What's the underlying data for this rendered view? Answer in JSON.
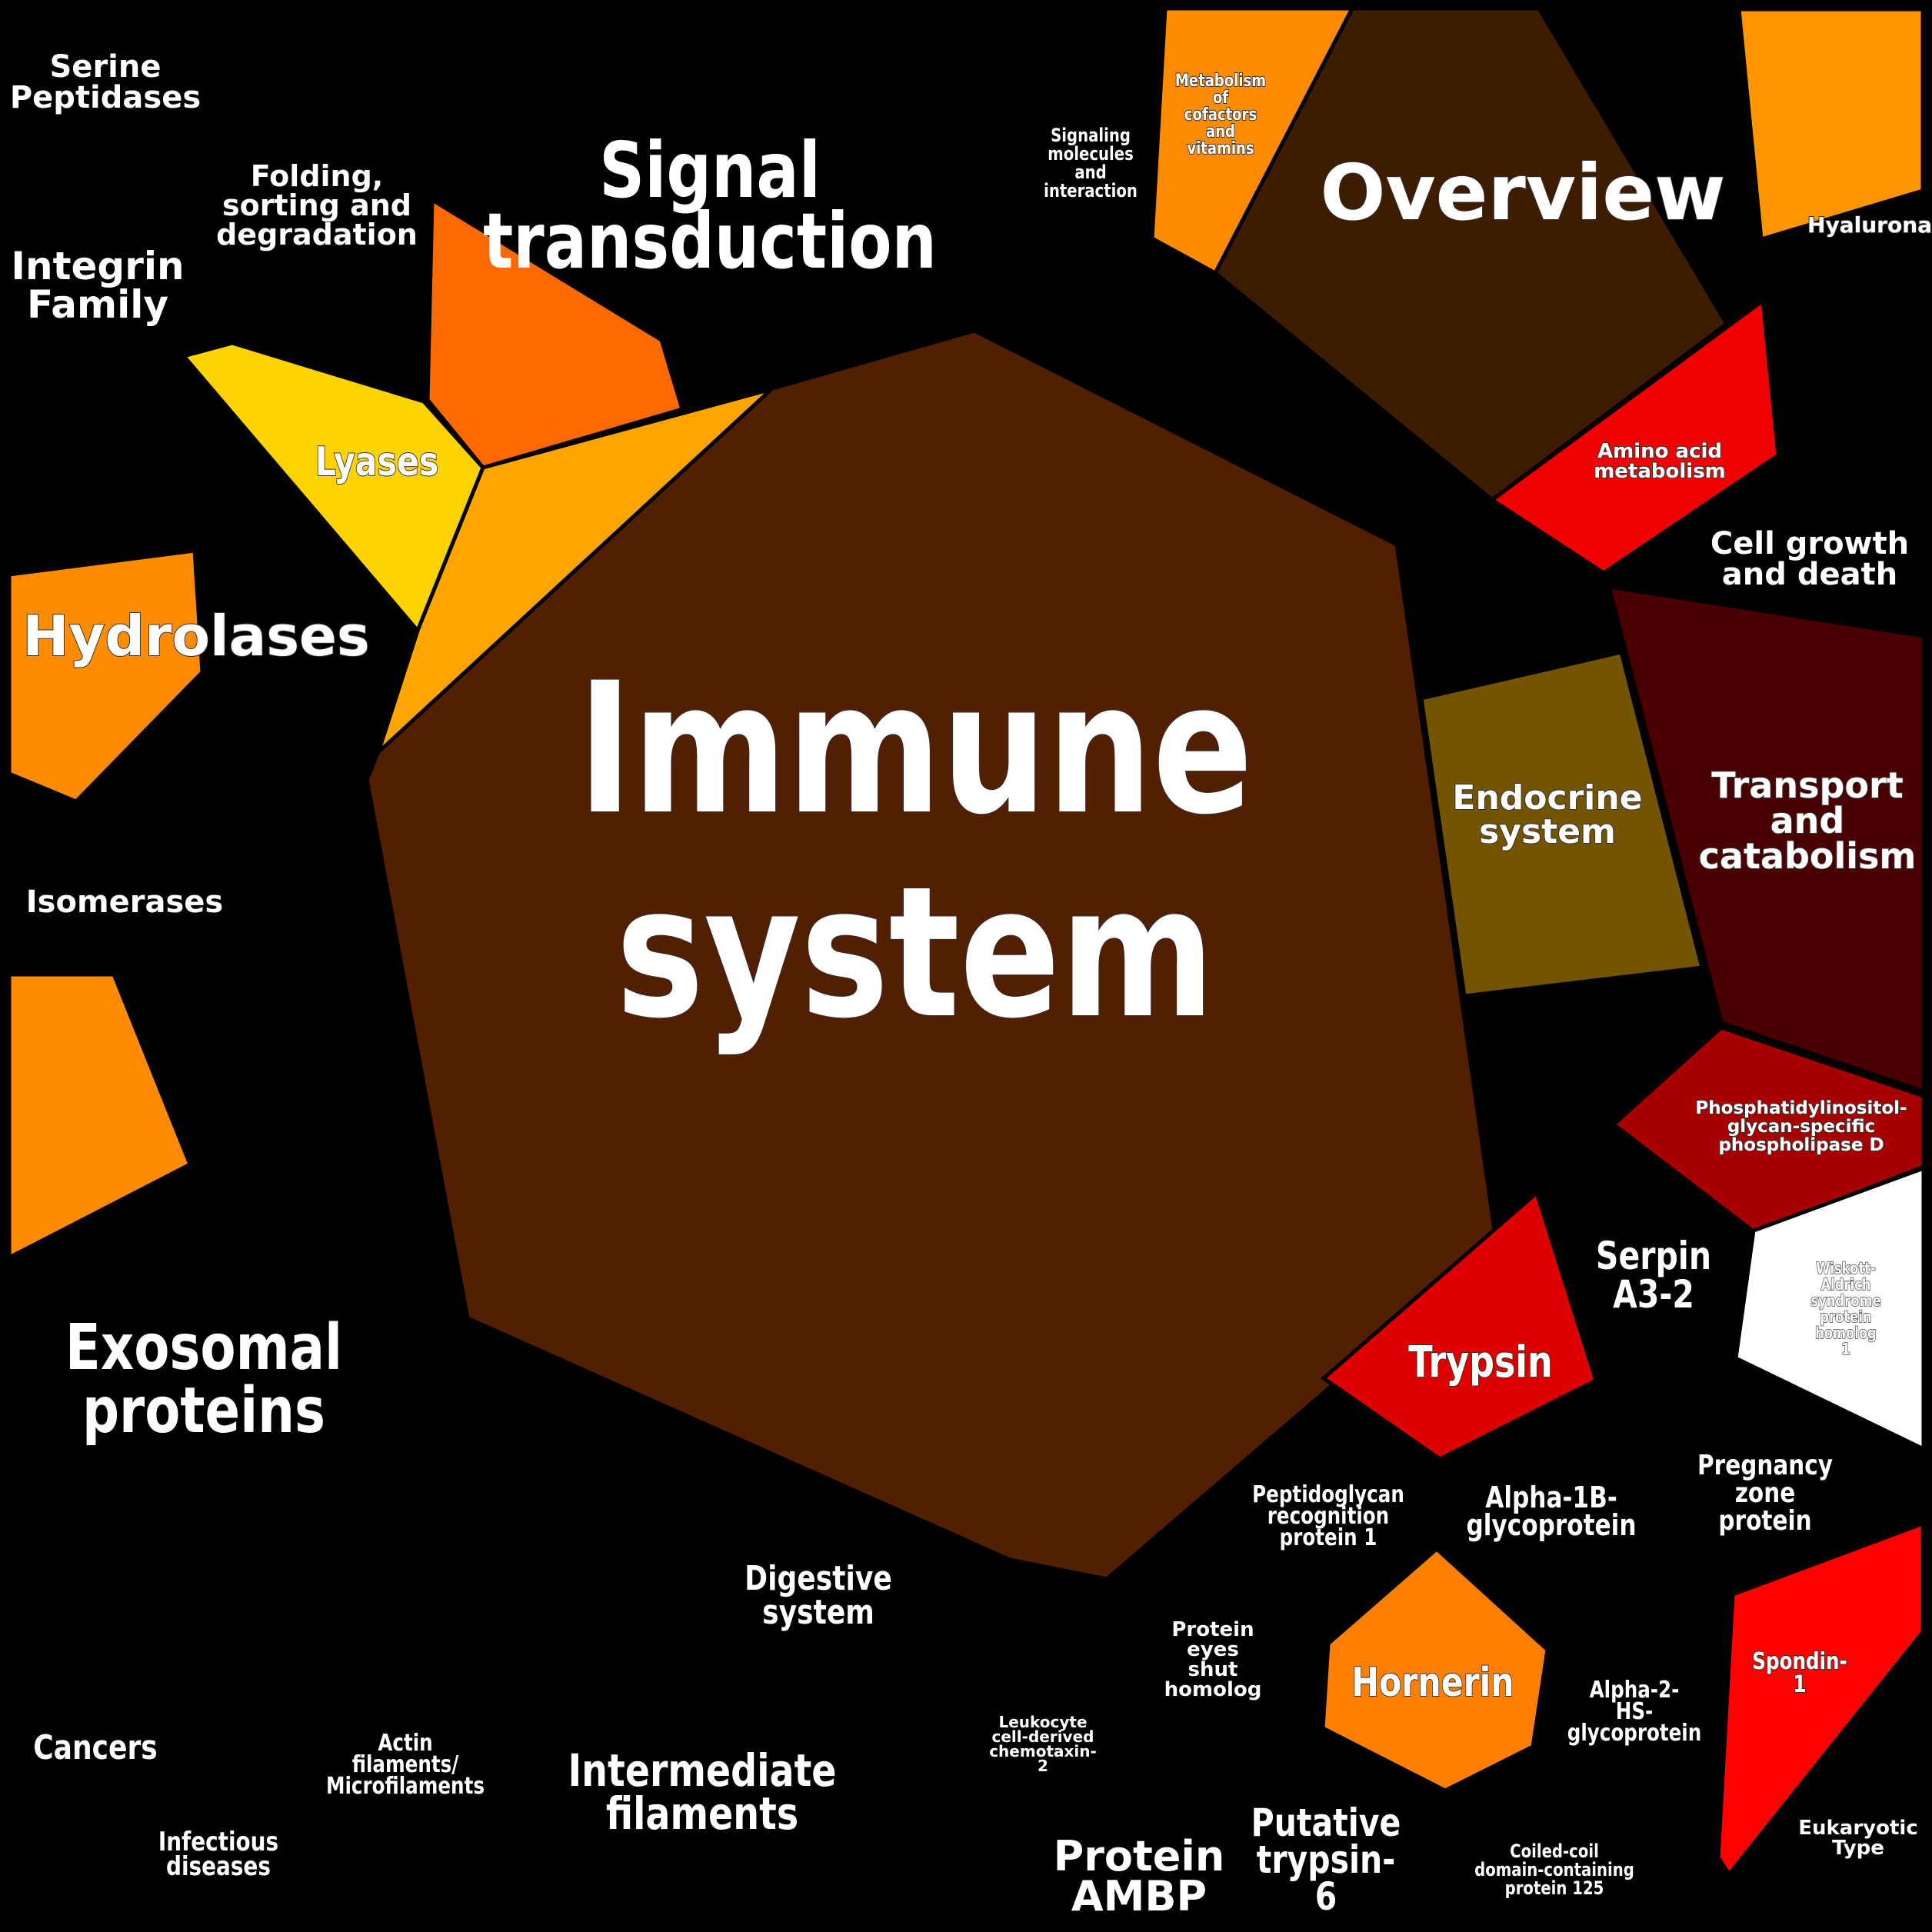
{
  "title": "Voronoi treemap of functional categories",
  "regions": [
    {
      "id": "immune-system",
      "label": [
        "Immune",
        "system"
      ],
      "color": "#521f00"
    },
    {
      "id": "overview",
      "label": [
        "Overview"
      ],
      "color": "#3d1c00"
    },
    {
      "id": "metabolism-cofactors",
      "label": [
        "Metabolism",
        "of",
        "cofactors",
        "and",
        "vitamins"
      ],
      "color": "#ff8c00"
    },
    {
      "id": "hyaluronan",
      "label": [
        "Hyaluronan"
      ],
      "color": "#ff9500"
    },
    {
      "id": "amino-acid-metabolism",
      "label": [
        "Amino acid",
        "metabolism"
      ],
      "color": "#f00000"
    },
    {
      "id": "signal-transduction-region",
      "label": [],
      "color": "#ff6a00"
    },
    {
      "id": "lyases",
      "label": [
        "Lyases"
      ],
      "color": "#ffd300"
    },
    {
      "id": "light-orange-region",
      "label": [],
      "color": "#ffa500"
    },
    {
      "id": "hydrolases",
      "label": [
        "Hydrolases"
      ],
      "color": "#ff8c00"
    },
    {
      "id": "lower-left-orange",
      "label": [],
      "color": "#ff8c00"
    },
    {
      "id": "endocrine-system",
      "label": [
        "Endocrine",
        "system"
      ],
      "color": "#735400"
    },
    {
      "id": "transport-catabolism",
      "label": [
        "Transport",
        "and",
        "catabolism"
      ],
      "color": "#4a0000"
    },
    {
      "id": "phospholipase-d",
      "label": [
        "Phosphatidylinositol-",
        "glycan-specific",
        "phospholipase D"
      ],
      "color": "#a80000"
    },
    {
      "id": "wiskott-aldrich",
      "label": [
        "Wiskott-",
        "Aldrich",
        "syndrome",
        "protein",
        "homolog",
        "1"
      ],
      "color": "#ffffff"
    },
    {
      "id": "trypsin",
      "label": [
        "Trypsin"
      ],
      "color": "#de0000"
    },
    {
      "id": "hornerin",
      "label": [
        "Hornerin"
      ],
      "color": "#ff8000"
    },
    {
      "id": "spondin-1",
      "label": [
        "Spondin-",
        "1"
      ],
      "color": "#ff0000"
    }
  ],
  "free_labels": [
    {
      "id": "serine-peptidases",
      "lines": [
        "Serine",
        "Peptidases"
      ]
    },
    {
      "id": "folding-sorting",
      "lines": [
        "Folding,",
        "sorting and",
        "degradation"
      ]
    },
    {
      "id": "integrin-family",
      "lines": [
        "Integrin",
        "Family"
      ]
    },
    {
      "id": "signal-transduction",
      "lines": [
        "Signal",
        "transduction"
      ]
    },
    {
      "id": "signaling-molecules",
      "lines": [
        "Signaling",
        "molecules",
        "and",
        "interaction"
      ]
    },
    {
      "id": "cell-growth-death",
      "lines": [
        "Cell growth",
        "and death"
      ]
    },
    {
      "id": "isomerases",
      "lines": [
        "Isomerases"
      ]
    },
    {
      "id": "exosomal-proteins",
      "lines": [
        "Exosomal",
        "proteins"
      ]
    },
    {
      "id": "serpin-a3-2",
      "lines": [
        "Serpin",
        "A3-2"
      ]
    },
    {
      "id": "pregnancy-zone",
      "lines": [
        "Pregnancy",
        "zone",
        "protein"
      ]
    },
    {
      "id": "alpha-1b",
      "lines": [
        "Alpha-1B-",
        "glycoprotein"
      ]
    },
    {
      "id": "peptidoglycan",
      "lines": [
        "Peptidoglycan",
        "recognition",
        "protein 1"
      ]
    },
    {
      "id": "digestive-system",
      "lines": [
        "Digestive",
        "system"
      ]
    },
    {
      "id": "protein-eyes-shut",
      "lines": [
        "Protein",
        "eyes",
        "shut",
        "homolog"
      ]
    },
    {
      "id": "alpha-2-hs",
      "lines": [
        "Alpha-2-",
        "HS-",
        "glycoprotein"
      ]
    },
    {
      "id": "leukocyte",
      "lines": [
        "Leukocyte",
        "cell-derived",
        "chemotaxin-",
        "2"
      ]
    },
    {
      "id": "cancers",
      "lines": [
        "Cancers"
      ]
    },
    {
      "id": "actin-filaments",
      "lines": [
        "Actin",
        "filaments/",
        "Microfilaments"
      ]
    },
    {
      "id": "intermediate-filaments",
      "lines": [
        "Intermediate",
        "filaments"
      ]
    },
    {
      "id": "infectious-diseases",
      "lines": [
        "Infectious",
        "diseases"
      ]
    },
    {
      "id": "protein-ambp",
      "lines": [
        "Protein",
        "AMBP"
      ]
    },
    {
      "id": "putative-trypsin-6",
      "lines": [
        "Putative",
        "trypsin-",
        "6"
      ]
    },
    {
      "id": "coiled-coil",
      "lines": [
        "Coiled-coil",
        "domain-containing",
        "protein 125"
      ]
    },
    {
      "id": "eukaryotic-type",
      "lines": [
        "Eukaryotic",
        "Type"
      ]
    }
  ]
}
